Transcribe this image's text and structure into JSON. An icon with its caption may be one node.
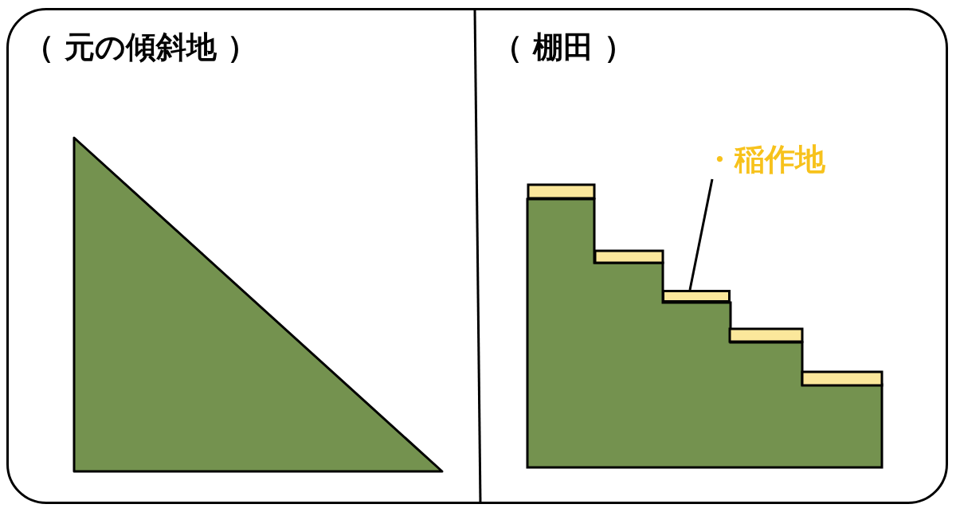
{
  "diagram": {
    "nodes": [
      {
        "text": [
          "・稲作地"
        ]
      },
      {
        "text": [],
        "shape": "bar"
      }
    ],
    "edges": [
      {
        "from": 0,
        "to": 1,
        "arrow": "none"
      }
    ],
    "labels": [
      "（ 元の傾斜地 ）",
      "（ 棚田 ）"
    ]
  }
}
